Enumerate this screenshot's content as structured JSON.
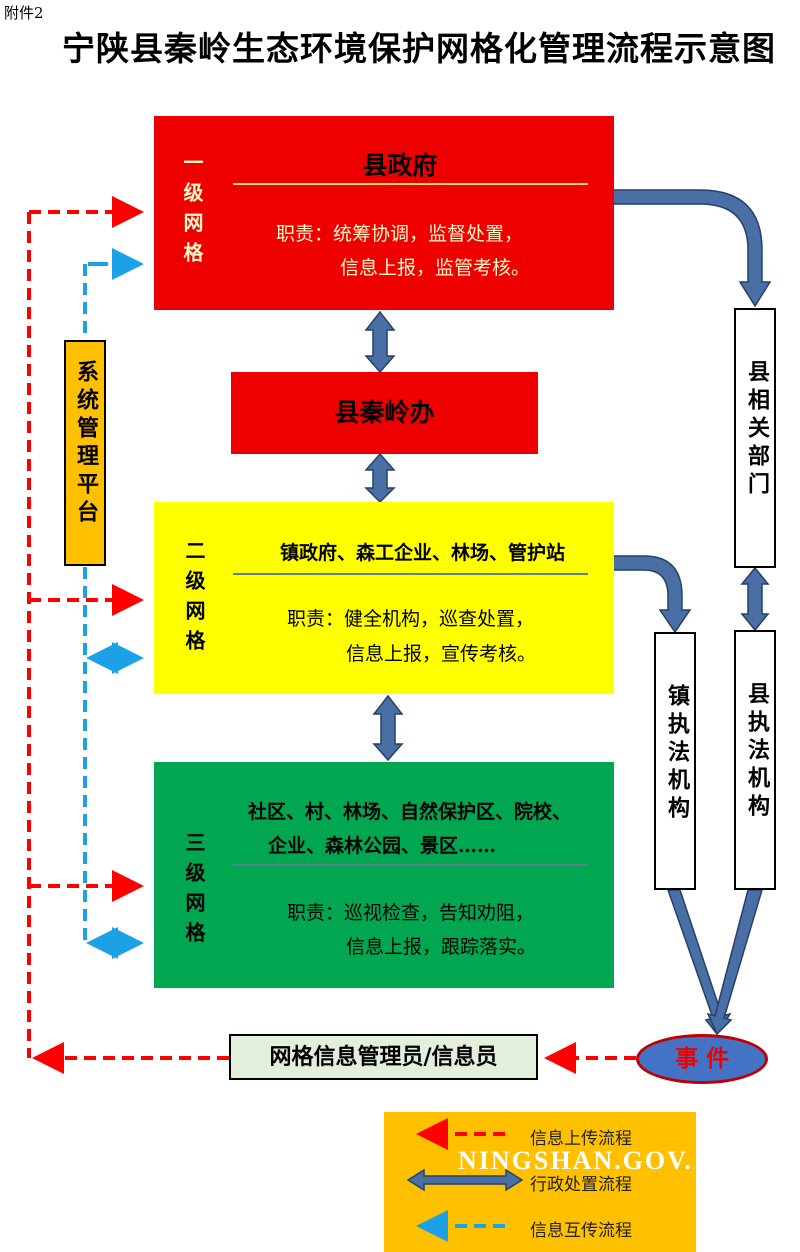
{
  "annex_label": "附件2",
  "title": "宁陕县秦岭生态环境保护网格化管理流程示意图",
  "level1": {
    "label": "一级网格",
    "org": "县政府",
    "duty_line1": "职责：统筹协调，监督处置，",
    "duty_line2": "信息上报，监管考核。"
  },
  "qinling_office": "县秦岭办",
  "level2": {
    "label": "二级网格",
    "org": "镇政府、森工企业、林场、管护站",
    "duty_line1": "职责：健全机构，巡查处置，",
    "duty_line2": "信息上报，宣传考核。"
  },
  "level3": {
    "label": "三级网格",
    "org_line1": "社区、村、林场、自然保护区、院校、",
    "org_line2": "企业、森林公园、景区……",
    "duty_line1": "职责：巡视检查，告知劝阻，",
    "duty_line2": "信息上报，跟踪落实。"
  },
  "system_platform": "系统管理平台",
  "county_departments": "县相关部门",
  "town_enforcement": "镇执法机构",
  "county_enforcement": "县执法机构",
  "event": "事 件",
  "grid_info_manager": "网格信息管理员/信息员",
  "legend": {
    "upload": "信息上传流程",
    "admin": "行政处置流程",
    "mutual": "信息互传流程"
  },
  "watermark": "NINGSHAN.GOV.",
  "colors": {
    "level1": "#ee0000",
    "level2": "#ffff00",
    "level3": "#00a650",
    "platform": "#ffc000",
    "legend_bg": "#ffc000",
    "info_box": "#e2efda",
    "event": "#4472c4",
    "upload_arrow": "#ff0000",
    "mutual_arrow": "#1ca0e6",
    "admin_arrow": "#4a6fa5"
  }
}
